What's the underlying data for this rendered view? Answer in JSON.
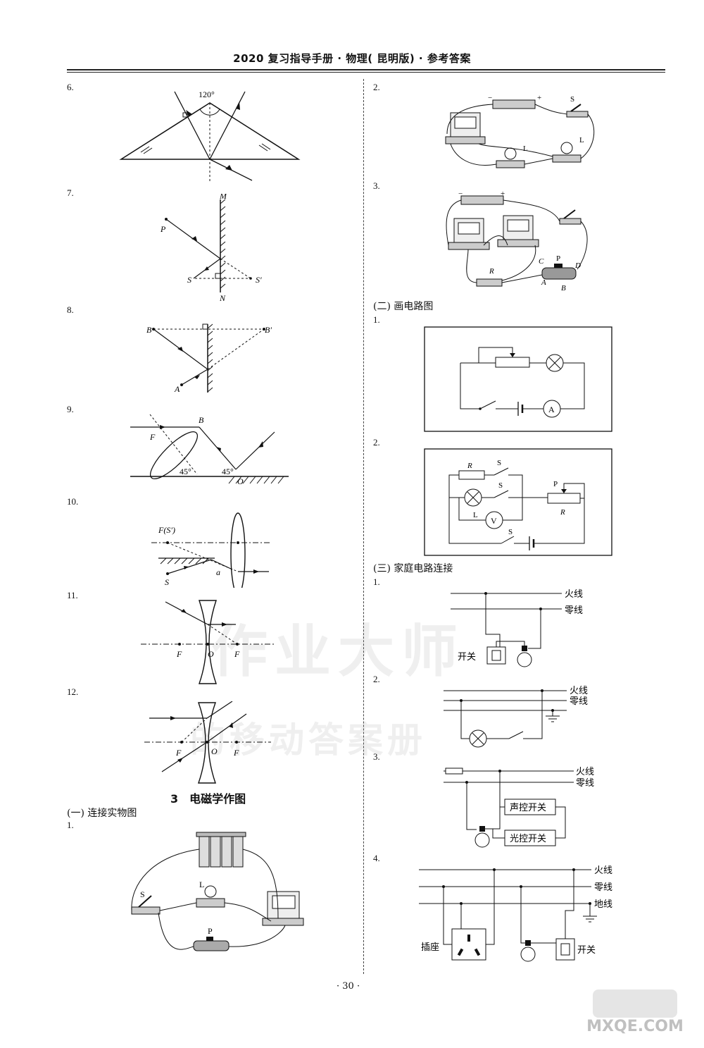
{
  "header": "2020 复习指导手册 · 物理( 昆明版) · 参考答案",
  "page_number": "· 30 ·",
  "left_items": [
    "6.",
    "7.",
    "8.",
    "9.",
    "10.",
    "11.",
    "12."
  ],
  "right_items_a": [
    "2.",
    "3."
  ],
  "section3_title": "3　电磁学作图",
  "sub1": "(一) 连接实物图",
  "sub1_item": "1.",
  "sub2": "(二) 画电路图",
  "sub2_items": [
    "1.",
    "2."
  ],
  "sub3": "(三) 家庭电路连接",
  "sub3_items": [
    "1.",
    "2.",
    "3.",
    "4."
  ],
  "labels": {
    "angle120": "120°",
    "M": "M",
    "N": "N",
    "P": "P",
    "S": "S",
    "S_prime": "S′",
    "B": "B",
    "B_prime": "B′",
    "A": "A",
    "F": "F",
    "O": "O",
    "deg45": "45°",
    "F_S": "F(S′)",
    "a": "a",
    "L": "L",
    "L1": "L",
    "L2": "L",
    "Rx": "R",
    "C": "C",
    "D": "D",
    "R0": "R",
    "S1": "S",
    "S2": "S",
    "R": "R",
    "V": "V",
    "Am": "A"
  },
  "home": {
    "live": "火线",
    "neutral": "零线",
    "ground": "地线",
    "switch": "开关",
    "socket": "插座",
    "sound_switch": "声控开关",
    "light_switch": "光控开关"
  },
  "watermark": [
    "作业大师",
    "的移动答案册"
  ],
  "logo": "MXQE.COM"
}
